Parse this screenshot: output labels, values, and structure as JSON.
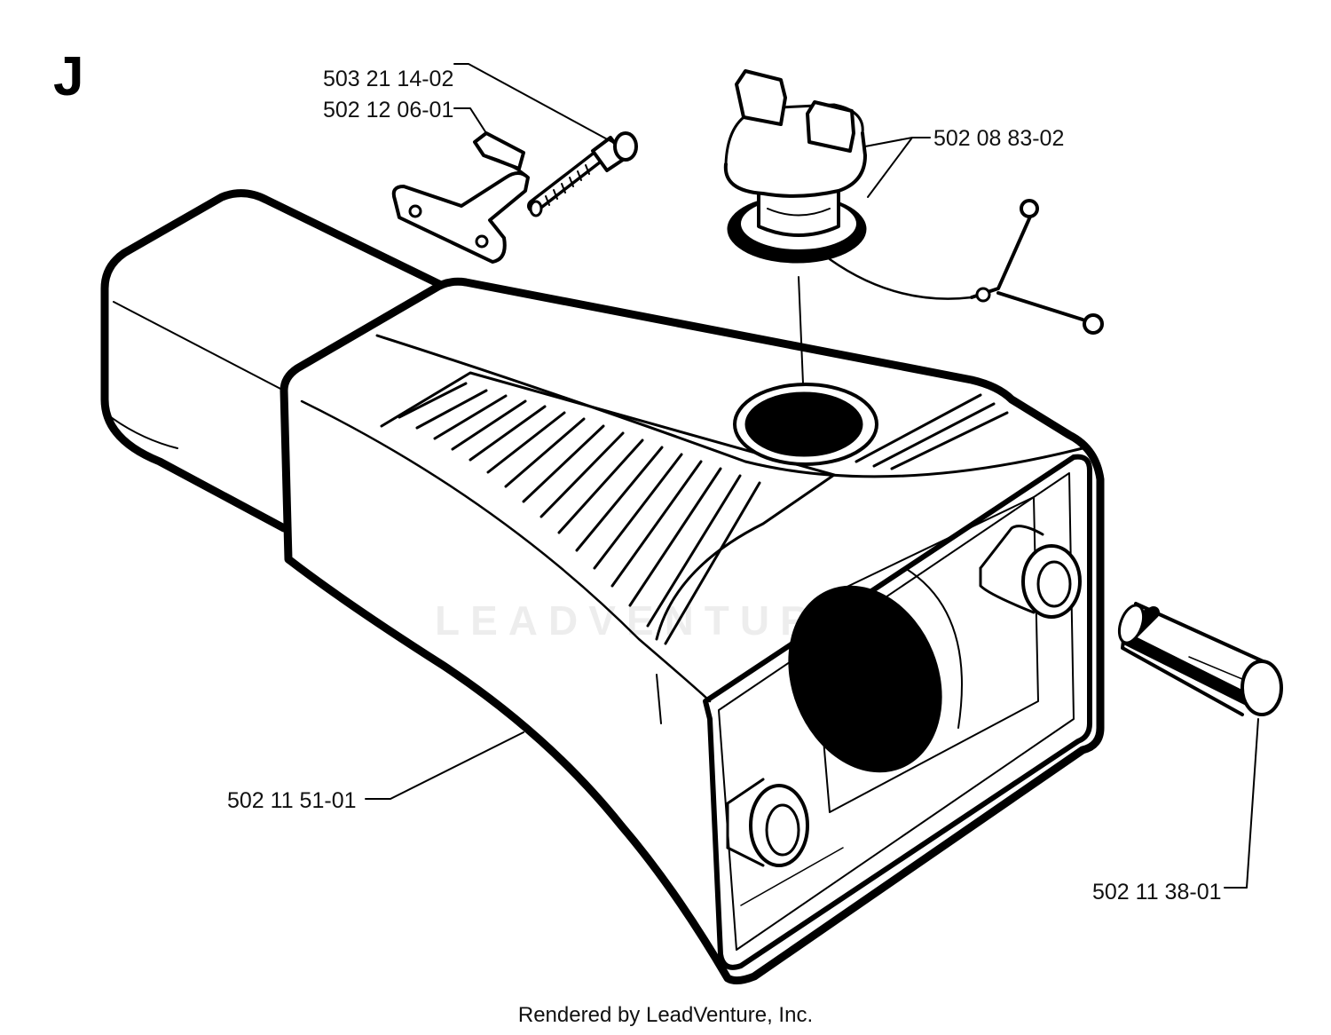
{
  "section_letter": "J",
  "watermark": "LEADVENTURE",
  "footer": "Rendered by LeadVenture, Inc.",
  "parts": {
    "bolt": "503 21 14-02",
    "bracket": "502 12 06-01",
    "fuel_cap": "502 08 83-02",
    "fuel_tank": "502 11 51-01",
    "filter": "502 11 38-01"
  }
}
